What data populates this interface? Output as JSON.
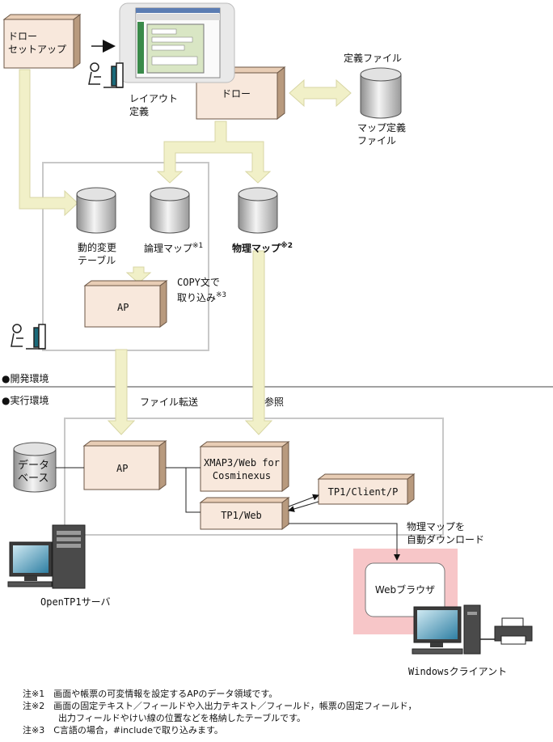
{
  "colors": {
    "arrow": "#f1f0c8",
    "box_front": "#f8e8dc",
    "box_side": "#b89a7e",
    "frame": "#c8c8c8",
    "highlight": "#f7c6c8"
  },
  "boxes": {
    "draw_setup": "ドロー\nセットアップ",
    "draw": "ドロー",
    "ap_dev": "AP",
    "ap_run": "AP",
    "xmap": "XMAP3/Web for\nCosminexus",
    "tp1_web": "TP1/Web",
    "tp1_client": "TP1/Client/P",
    "web_browser": "Webブラウザ"
  },
  "cylinders": {
    "def_file_caption": "定義ファイル",
    "map_def_file": "マップ定義\nファイル",
    "dynamic_table": "動的変更\nテーブル",
    "logical_map": "論理マップ",
    "logical_map_sup": "※1",
    "physical_map": "物理マップ",
    "physical_map_sup": "※2",
    "database": "データ\nベース"
  },
  "labels": {
    "layout_def": "レイアウト\n定義",
    "copy_import": "COPY文で\n取り込み",
    "copy_import_sup": "※3",
    "dev_env": "●開発環境",
    "run_env": "●実行環境",
    "file_transfer": "ファイル転送",
    "reference": "参照",
    "auto_download": "物理マップを\n自動ダウンロード",
    "server": "OpenTP1サーバ",
    "client": "Windowsクライアント"
  },
  "notes": [
    "注※1　画面や帳票の可変情報を設定するAPのデータ領域です。",
    "注※2　画面の固定テキスト／フィールドや入出力テキスト／フィールド，帳票の固定フィールド，",
    "　　　　出力フィールドやけい線の位置などを格納したテーブルです。",
    "注※3　C言語の場合，#includeで取り込みます。"
  ],
  "icons": [
    "user-at-terminal-icon",
    "server-pc-icon",
    "client-pc-icon",
    "printer-icon",
    "editor-window-icon"
  ]
}
